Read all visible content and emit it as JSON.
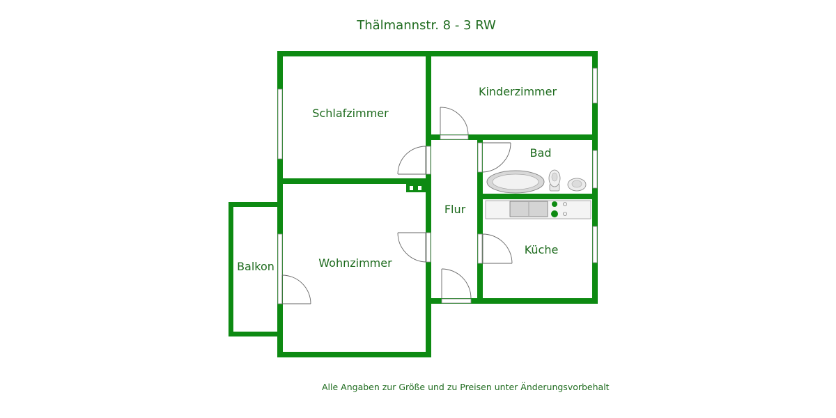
{
  "title": "Thälmannstr. 8 - 3 RW",
  "footer": "Alle Angaben zur Größe und zu Preisen unter Änderungsvorbehalt",
  "colors": {
    "wall": "#0d8a12",
    "text": "#1e6b1e",
    "door": "#666666"
  },
  "rooms": {
    "schlafzimmer": "Schlafzimmer",
    "kinderzimmer": "Kinderzimmer",
    "bad": "Bad",
    "flur": "Flur",
    "kueche": "Küche",
    "wohnzimmer": "Wohnzimmer",
    "balkon": "Balkon"
  }
}
